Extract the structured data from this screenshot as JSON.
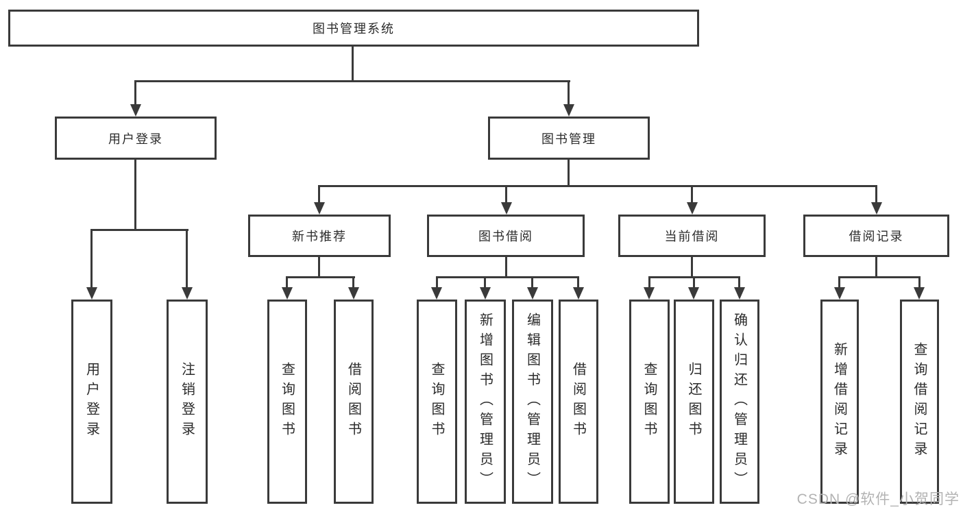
{
  "diagram": {
    "title": "图书管理系统",
    "root": {
      "label": "图书管理系统"
    },
    "branches": [
      {
        "label": "用户登录",
        "children": [
          {
            "label": "用户登录"
          },
          {
            "label": "注销登录"
          }
        ]
      },
      {
        "label": "图书管理",
        "children": [
          {
            "label": "新书推荐",
            "children": [
              {
                "label": "查询图书"
              },
              {
                "label": "借阅图书"
              }
            ]
          },
          {
            "label": "图书借阅",
            "children": [
              {
                "label": "查询图书"
              },
              {
                "label": "新增图书（管理员）"
              },
              {
                "label": "编辑图书（管理员）"
              },
              {
                "label": "借阅图书"
              }
            ]
          },
          {
            "label": "当前借阅",
            "children": [
              {
                "label": "查询图书"
              },
              {
                "label": "归还图书"
              },
              {
                "label": "确认归还（管理员）"
              }
            ]
          },
          {
            "label": "借阅记录",
            "children": [
              {
                "label": "新增借阅记录"
              },
              {
                "label": "查询借阅记录"
              }
            ]
          }
        ]
      }
    ]
  },
  "watermark": {
    "text": "CSDN @软件_小贺同学"
  },
  "colors": {
    "line": "#3a3a3a",
    "box_background": "#ffffff",
    "text": "#2b2b2b",
    "watermark": "#b3b3b3"
  }
}
